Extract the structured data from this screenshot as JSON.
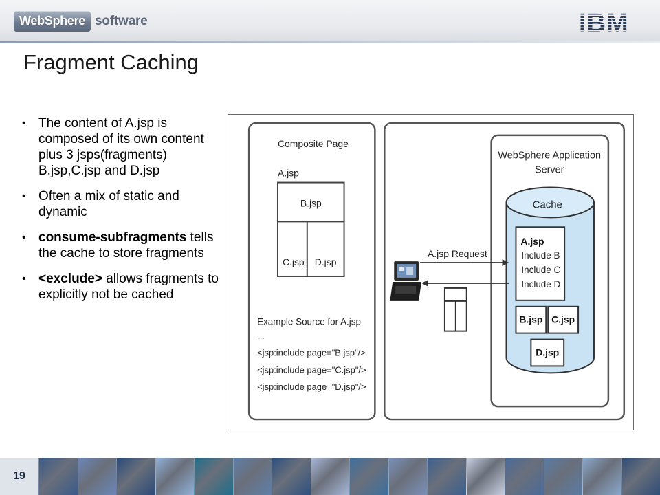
{
  "header": {
    "product_brand": "WebSphere",
    "product_suffix": "software",
    "company_logo": "IBM"
  },
  "slide": {
    "title": "Fragment Caching",
    "page_number": "19"
  },
  "bullets": [
    {
      "text": "The content of A.jsp is composed of its own content plus 3 jsps(fragments) B.jsp,C.jsp and D.jsp"
    },
    {
      "text": "Often a mix of static and dynamic"
    },
    {
      "bold": "consume-subfragments",
      "text": " tells the cache to store fragments"
    },
    {
      "bold": "<exclude>",
      "text": " allows fragments to explicitly not be cached"
    }
  ],
  "diagram": {
    "composite_title": "Composite Page",
    "a_label": "A.jsp",
    "b_label": "B.jsp",
    "c_label": "C.jsp",
    "d_label": "D.jsp",
    "source_title": "Example Source for A.jsp",
    "source_ellipsis": "...",
    "source_lines": [
      "<jsp:include page=\"B.jsp\"/>",
      "<jsp:include page=\"C.jsp\"/>",
      "<jsp:include page=\"D.jsp\"/>"
    ],
    "server_title_1": "WebSphere Application",
    "server_title_2": "Server",
    "cache_label": "Cache",
    "cached_a_title": "A.jsp",
    "cached_a_lines": [
      "Include B",
      "Include C",
      "Include D"
    ],
    "cached_b": "B.jsp",
    "cached_c": "C.jsp",
    "cached_d": "D.jsp",
    "request_label": "A.jsp Request",
    "cache_fill_color": "#c9e3f5"
  },
  "footer": {
    "tile_colors": [
      "#3a5a8a",
      "#6b86b8",
      "#2a4a7a",
      "#90b0d8",
      "#1f6e8c",
      "#5f7fa8",
      "#2d4f80",
      "#a8b8d8",
      "#3d6fa0",
      "#7a90b8",
      "#3b5f8f",
      "#c8d0e0",
      "#4a6a9a",
      "#5a7ba5",
      "#8aa8cc",
      "#2f4d77"
    ]
  }
}
